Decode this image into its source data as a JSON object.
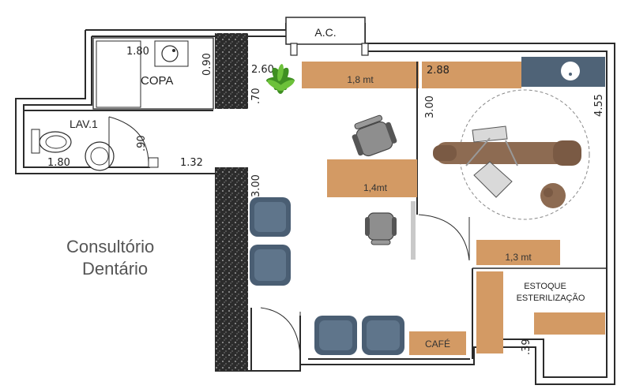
{
  "plan": {
    "title_line1": "Consultório",
    "title_line2": "Dentário",
    "rooms": {
      "copa": "COPA",
      "lav1": "LAV.1",
      "ac": "A.C.",
      "estoque": "ESTOQUE",
      "esterilizacao": "ESTERILIZAÇÃO",
      "cafe": "CAFÉ"
    },
    "counters": {
      "top": "1,8 mt",
      "middle": "1,4mt",
      "right": "1,3 mt"
    },
    "dimensions": {
      "copa_width": "1.80",
      "copa_depth": "0.90",
      "lav_width": "1.80",
      "lav_door": ".90",
      "lav_depth": "1.32",
      "copa_wall": "2.60",
      "copa_offset": ".70",
      "wall_length": "3.00",
      "clinic_partition": "3.00",
      "clinic_width": "2.88",
      "clinic_depth": "4.55",
      "estoque_offset": ".39"
    },
    "colors": {
      "wood": "#d39a64",
      "slate": "#4f6377",
      "granite": "#2e2e2e"
    },
    "icons": [
      "plant-icon",
      "office-chair-icon",
      "dental-chair-icon",
      "sink-icon",
      "toilet-icon",
      "armchair-icon"
    ]
  }
}
